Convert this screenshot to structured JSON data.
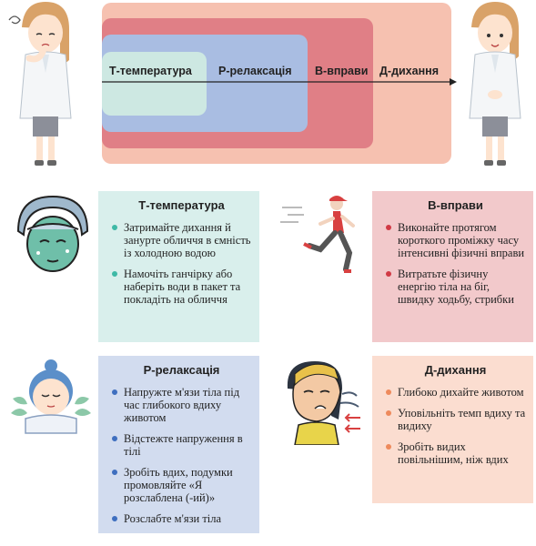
{
  "diagram": {
    "stages": [
      {
        "label": "Т-температура"
      },
      {
        "label": "Р-релаксація"
      },
      {
        "label": "В-вправи"
      },
      {
        "label": "Д-дихання"
      }
    ],
    "colors": {
      "t": "#cde8e2",
      "p": "#a9bde2",
      "v": "#e07f86",
      "d": "#f6c1b0"
    }
  },
  "figures": {
    "left": {
      "icon": "worried-doctor-icon"
    },
    "right": {
      "icon": "calm-doctor-icon"
    }
  },
  "cards": {
    "t": {
      "title": "Т-температура",
      "icon": "face-mask-icon",
      "items": [
        "Затримайте дихання й занурте обличчя в ємність із холодною водою",
        "Намочіть ганчірку або наберіть води в пакет та покладіть на обличчя"
      ]
    },
    "v": {
      "title": "В-вправи",
      "icon": "runner-icon",
      "items": [
        "Виконайте протягом короткого проміжку часу інтенсивні фізичні вправи",
        "Витратьте фізичну енергію тіла на біг, швидку ходьбу, стрибки"
      ]
    },
    "p": {
      "title": "Р-релаксація",
      "icon": "relaxing-person-icon",
      "items": [
        "Напружте м'язи тіла під час глибокого вдиху животом",
        "Відстежте напруження в тілі",
        "Зробіть вдих, подумки промовляйте «Я розслаблена (-ий)»",
        "Розслабте м'язи тіла"
      ]
    },
    "d": {
      "title": "Д-дихання",
      "icon": "breathing-person-icon",
      "items": [
        "Глибоко дихайте животом",
        "Уповільніть темп вдиху та видиху",
        "Зробіть видих повільнішим, ніж вдих"
      ]
    }
  }
}
